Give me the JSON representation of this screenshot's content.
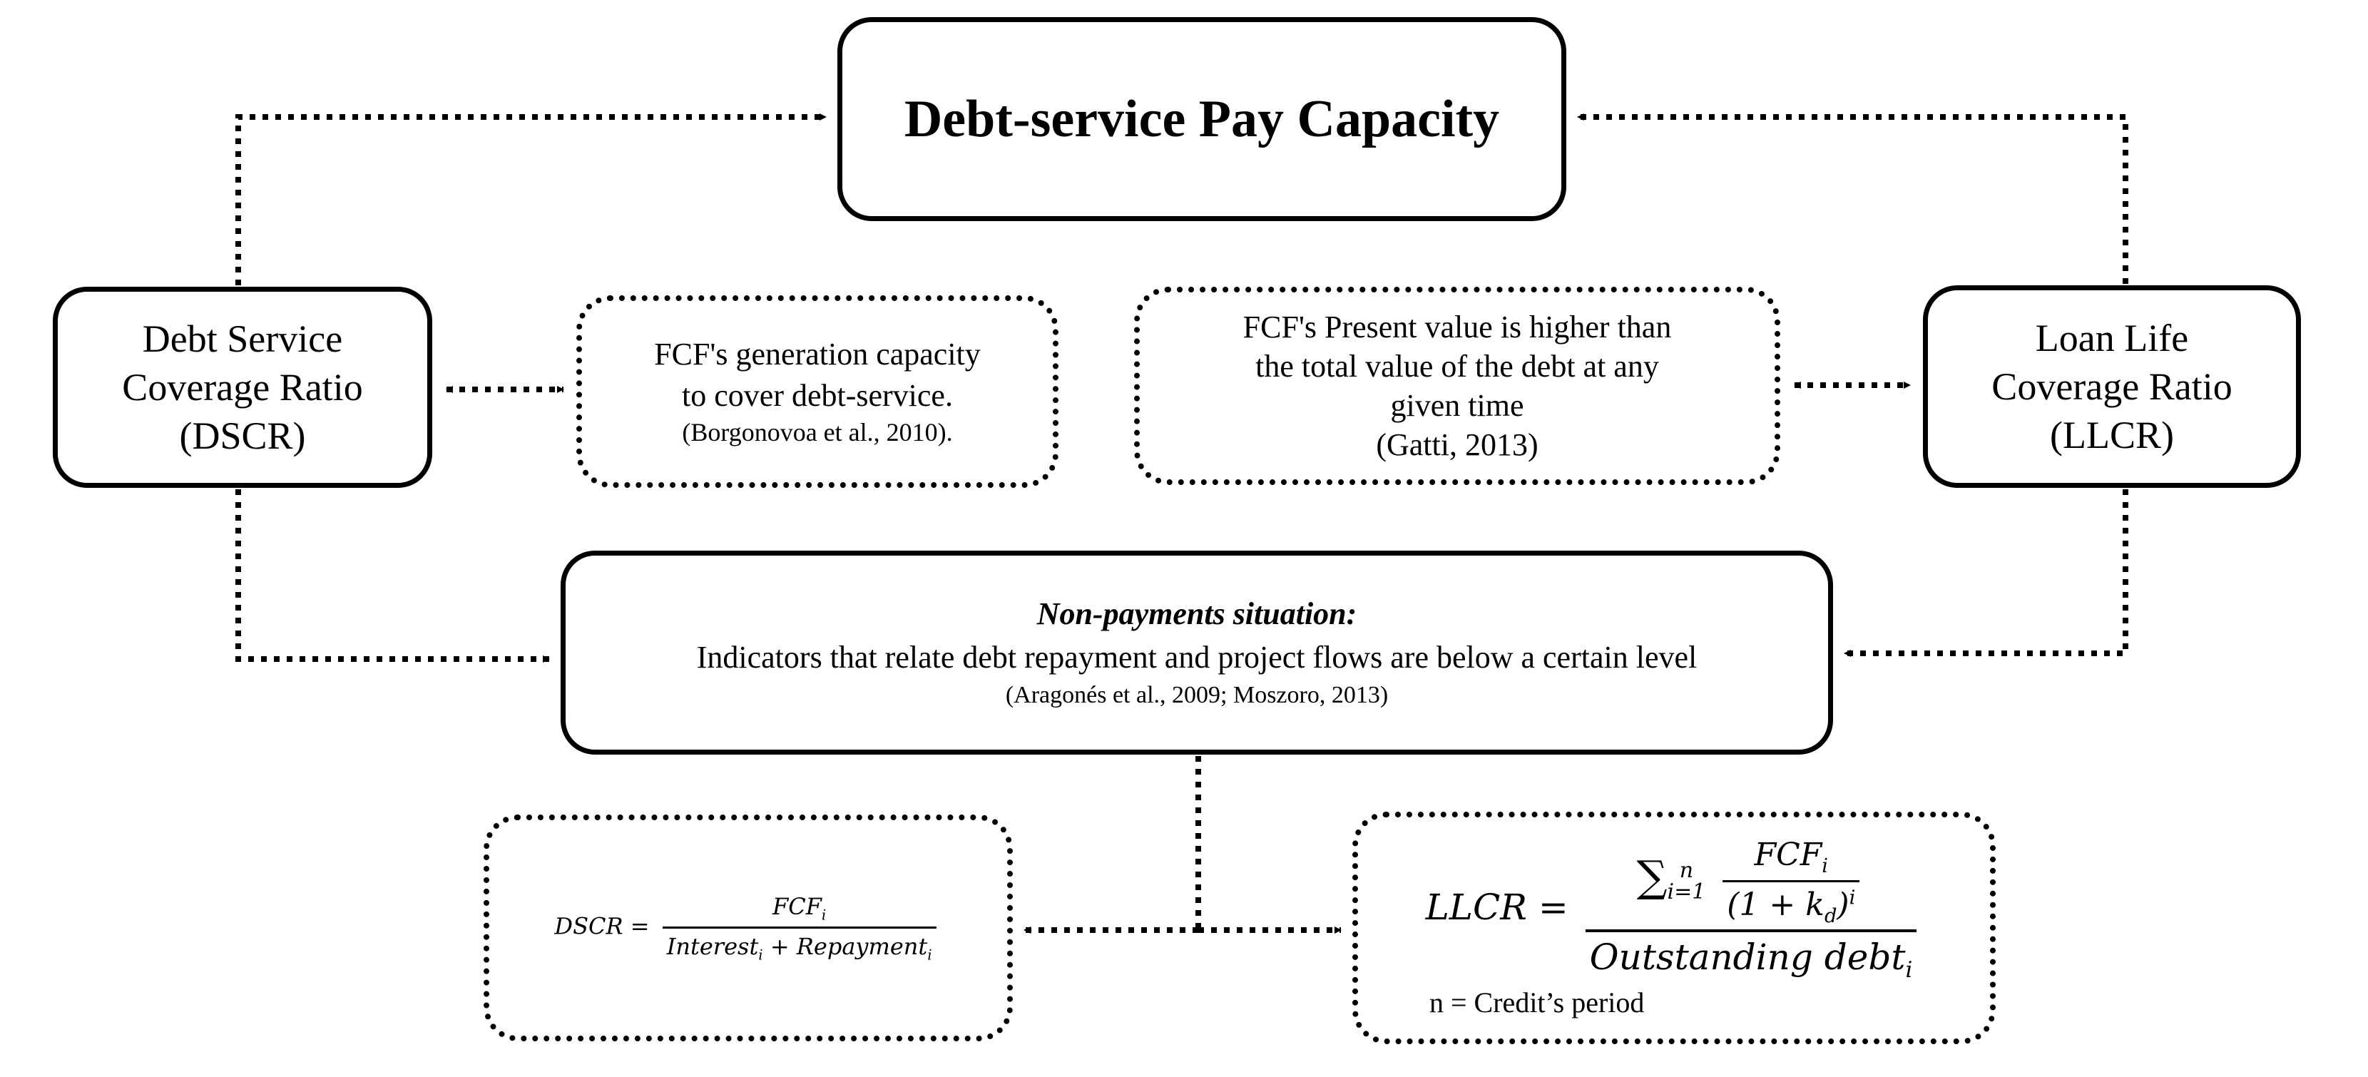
{
  "diagram": {
    "title": "Debt-service Pay Capacity",
    "dscr_box": {
      "lines": [
        "Debt Service",
        "Coverage Ratio",
        "(DSCR)"
      ]
    },
    "llcr_box": {
      "lines": [
        "Loan Life",
        "Coverage Ratio",
        "(LLCR)"
      ]
    },
    "fcf_generation": {
      "lines": [
        "FCF's generation capacity",
        "to cover debt-service."
      ],
      "citation": "(Borgonovoa et al., 2010)."
    },
    "fcf_present_value": {
      "lines": [
        "FCF's Present value is higher than",
        "the total value of the debt at any",
        "given time"
      ],
      "citation": "(Gatti, 2013)"
    },
    "non_payments": {
      "heading": "Non-payments situation:",
      "text": "Indicators that relate debt repayment and project flows are below a certain level",
      "citation": "(Aragonés et al., 2009; Moszoro, 2013)"
    },
    "dscr_formula": {
      "lhs": "DSCR",
      "equals": "=",
      "numerator": "FCF",
      "numerator_sub": "i",
      "denominator_a": "Interest",
      "denominator_a_sub": "i",
      "plus": "+",
      "denominator_b": "Repayment",
      "denominator_b_sub": "i"
    },
    "llcr_formula": {
      "lhs": "LLCR",
      "equals": "=",
      "sum_symbol": "∑",
      "sum_upper": "n",
      "sum_lower": "i=1",
      "inner_numerator": "FCF",
      "inner_numerator_sub": "i",
      "inner_denominator": "(1 + k",
      "inner_denominator_sub": "d",
      "inner_denominator_close": ")",
      "inner_denominator_sup": "i",
      "denominator": "Outstanding debt",
      "denominator_sub": "i",
      "note": "n = Credit’s period"
    }
  }
}
